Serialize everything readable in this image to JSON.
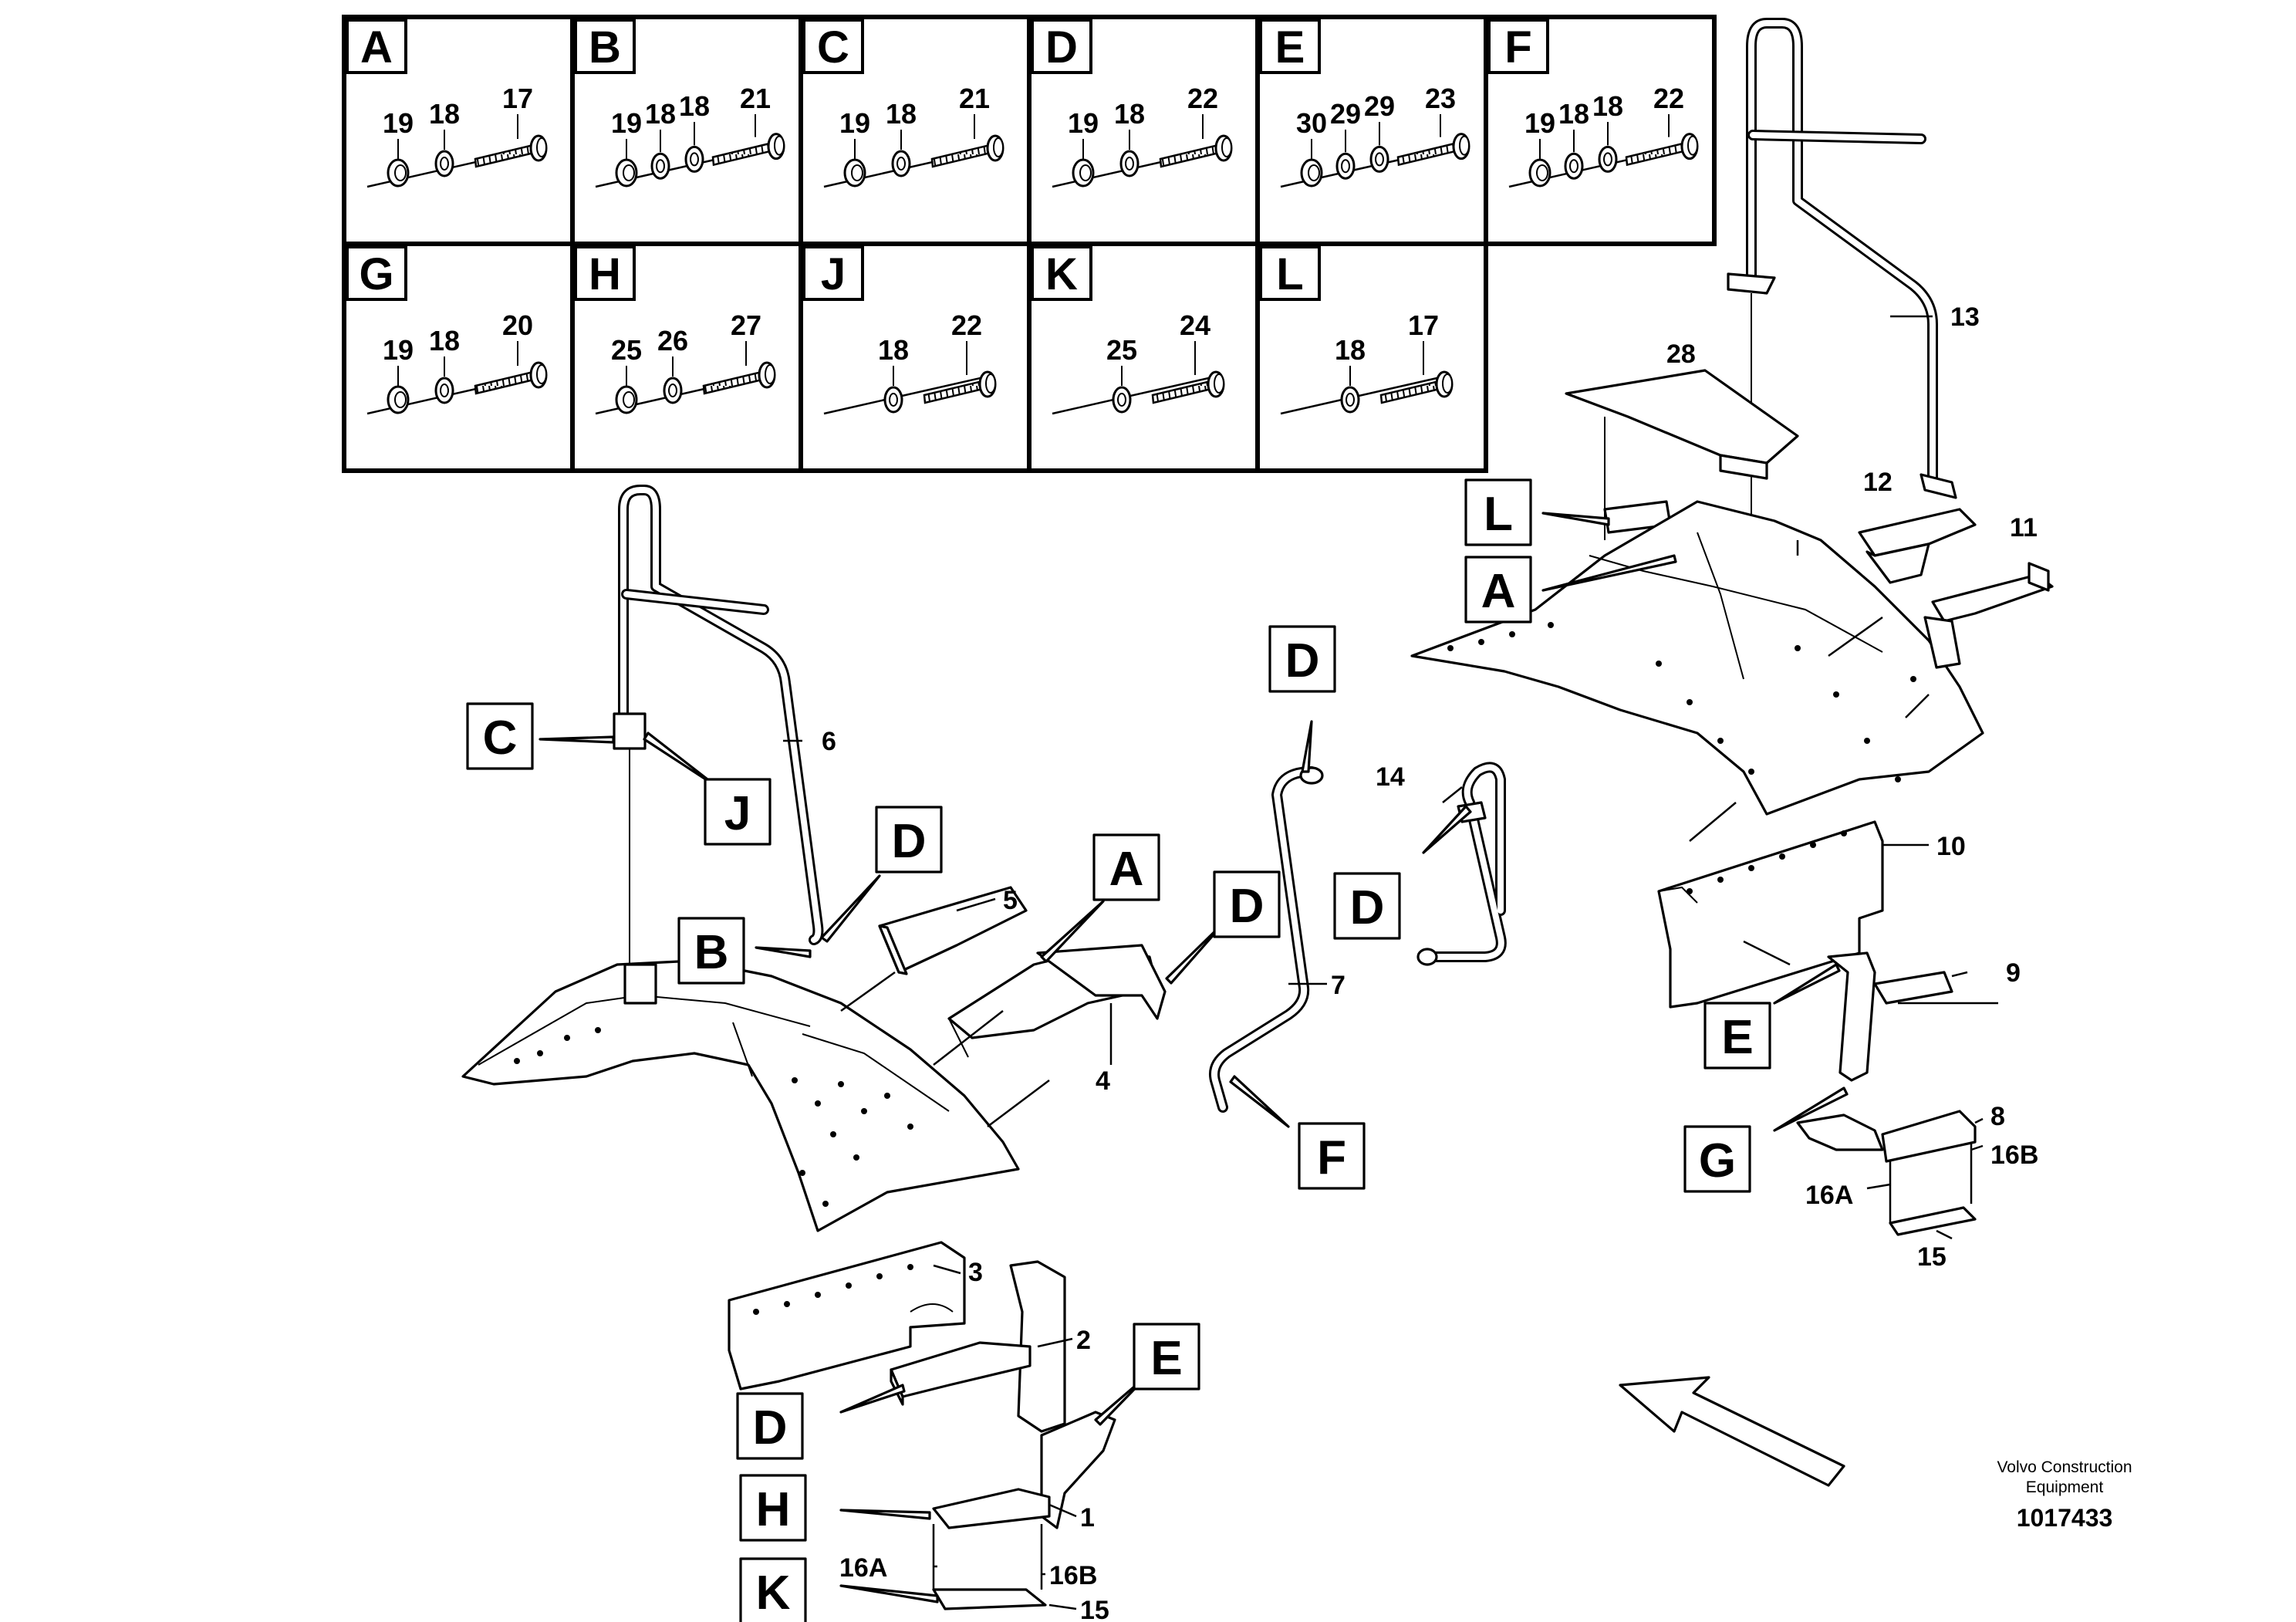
{
  "kit_table": {
    "cells": [
      {
        "letter": "A",
        "numbers": [
          "19",
          "18",
          "17"
        ]
      },
      {
        "letter": "B",
        "numbers": [
          "19",
          "18",
          "18",
          "21"
        ]
      },
      {
        "letter": "C",
        "numbers": [
          "19",
          "18",
          "21"
        ]
      },
      {
        "letter": "D",
        "numbers": [
          "19",
          "18",
          "22"
        ]
      },
      {
        "letter": "E",
        "numbers": [
          "30",
          "29",
          "29",
          "23"
        ]
      },
      {
        "letter": "F",
        "numbers": [
          "19",
          "18",
          "18",
          "22"
        ]
      },
      {
        "letter": "G",
        "numbers": [
          "19",
          "18",
          "20"
        ]
      },
      {
        "letter": "H",
        "numbers": [
          "25",
          "26",
          "27"
        ]
      },
      {
        "letter": "J",
        "numbers": [
          "18",
          "22"
        ]
      },
      {
        "letter": "K",
        "numbers": [
          "25",
          "24"
        ]
      },
      {
        "letter": "L",
        "numbers": [
          "18",
          "17"
        ]
      }
    ]
  },
  "callouts": {
    "left_group": [
      "C",
      "J",
      "D",
      "B",
      "A",
      "D",
      "D",
      "F",
      "D",
      "E",
      "H",
      "K"
    ],
    "right_group": [
      "L",
      "A",
      "E",
      "G"
    ]
  },
  "part_numbers": {
    "left_group": [
      "6",
      "5",
      "4",
      "7",
      "14",
      "3",
      "2",
      "1",
      "16A",
      "16B",
      "15"
    ],
    "right_group": [
      "13",
      "28",
      "12",
      "11",
      "10",
      "9",
      "8",
      "16B",
      "16A",
      "15"
    ]
  },
  "footer": {
    "brand_line1": "Volvo Construction",
    "brand_line2": "Equipment",
    "doc_number": "1017433"
  }
}
